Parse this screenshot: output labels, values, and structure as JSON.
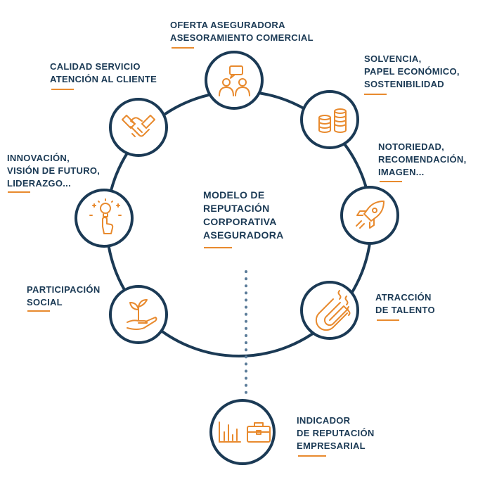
{
  "colors": {
    "navy": "#1b3a55",
    "orange": "#e88a2e",
    "dots": "#5b7c99"
  },
  "center": {
    "lines": [
      "MODELO DE",
      "REPUTACIÓN",
      "CORPORATIVA",
      "ASEGURADORA"
    ]
  },
  "nodes": [
    {
      "id": "oferta",
      "icon": "people-chat-icon",
      "lines": [
        "OFERTA ASEGURADORA",
        "ASESORAMIENTO COMERCIAL"
      ]
    },
    {
      "id": "solvencia",
      "icon": "coins-icon",
      "lines": [
        "SOLVENCIA,",
        "PAPEL ECONÓMICO,",
        "SOSTENIBILIDAD"
      ]
    },
    {
      "id": "notoriedad",
      "icon": "rocket-icon",
      "lines": [
        "NOTORIEDAD,",
        "RECOMENDACIÓN,",
        "IMAGEN..."
      ]
    },
    {
      "id": "atraccion",
      "icon": "magnet-icon",
      "lines": [
        "ATRACCIÓN",
        "DE TALENTO"
      ]
    },
    {
      "id": "participacion",
      "icon": "plant-hand-icon",
      "lines": [
        "PARTICIPACIÓN",
        "SOCIAL"
      ]
    },
    {
      "id": "innovacion",
      "icon": "lightbulb-hand-icon",
      "lines": [
        "INNOVACIÓN,",
        "VISIÓN DE FUTURO,",
        "LIDERAZGO..."
      ]
    },
    {
      "id": "calidad",
      "icon": "handshake-icon",
      "lines": [
        "CALIDAD SERVICIO",
        "ATENCIÓN AL CLIENTE"
      ]
    }
  ],
  "indicator": {
    "icons": [
      "bar-chart-icon",
      "briefcase-icon"
    ],
    "lines": [
      "INDICADOR",
      "DE REPUTACIÓN",
      "EMPRESARIAL"
    ]
  }
}
